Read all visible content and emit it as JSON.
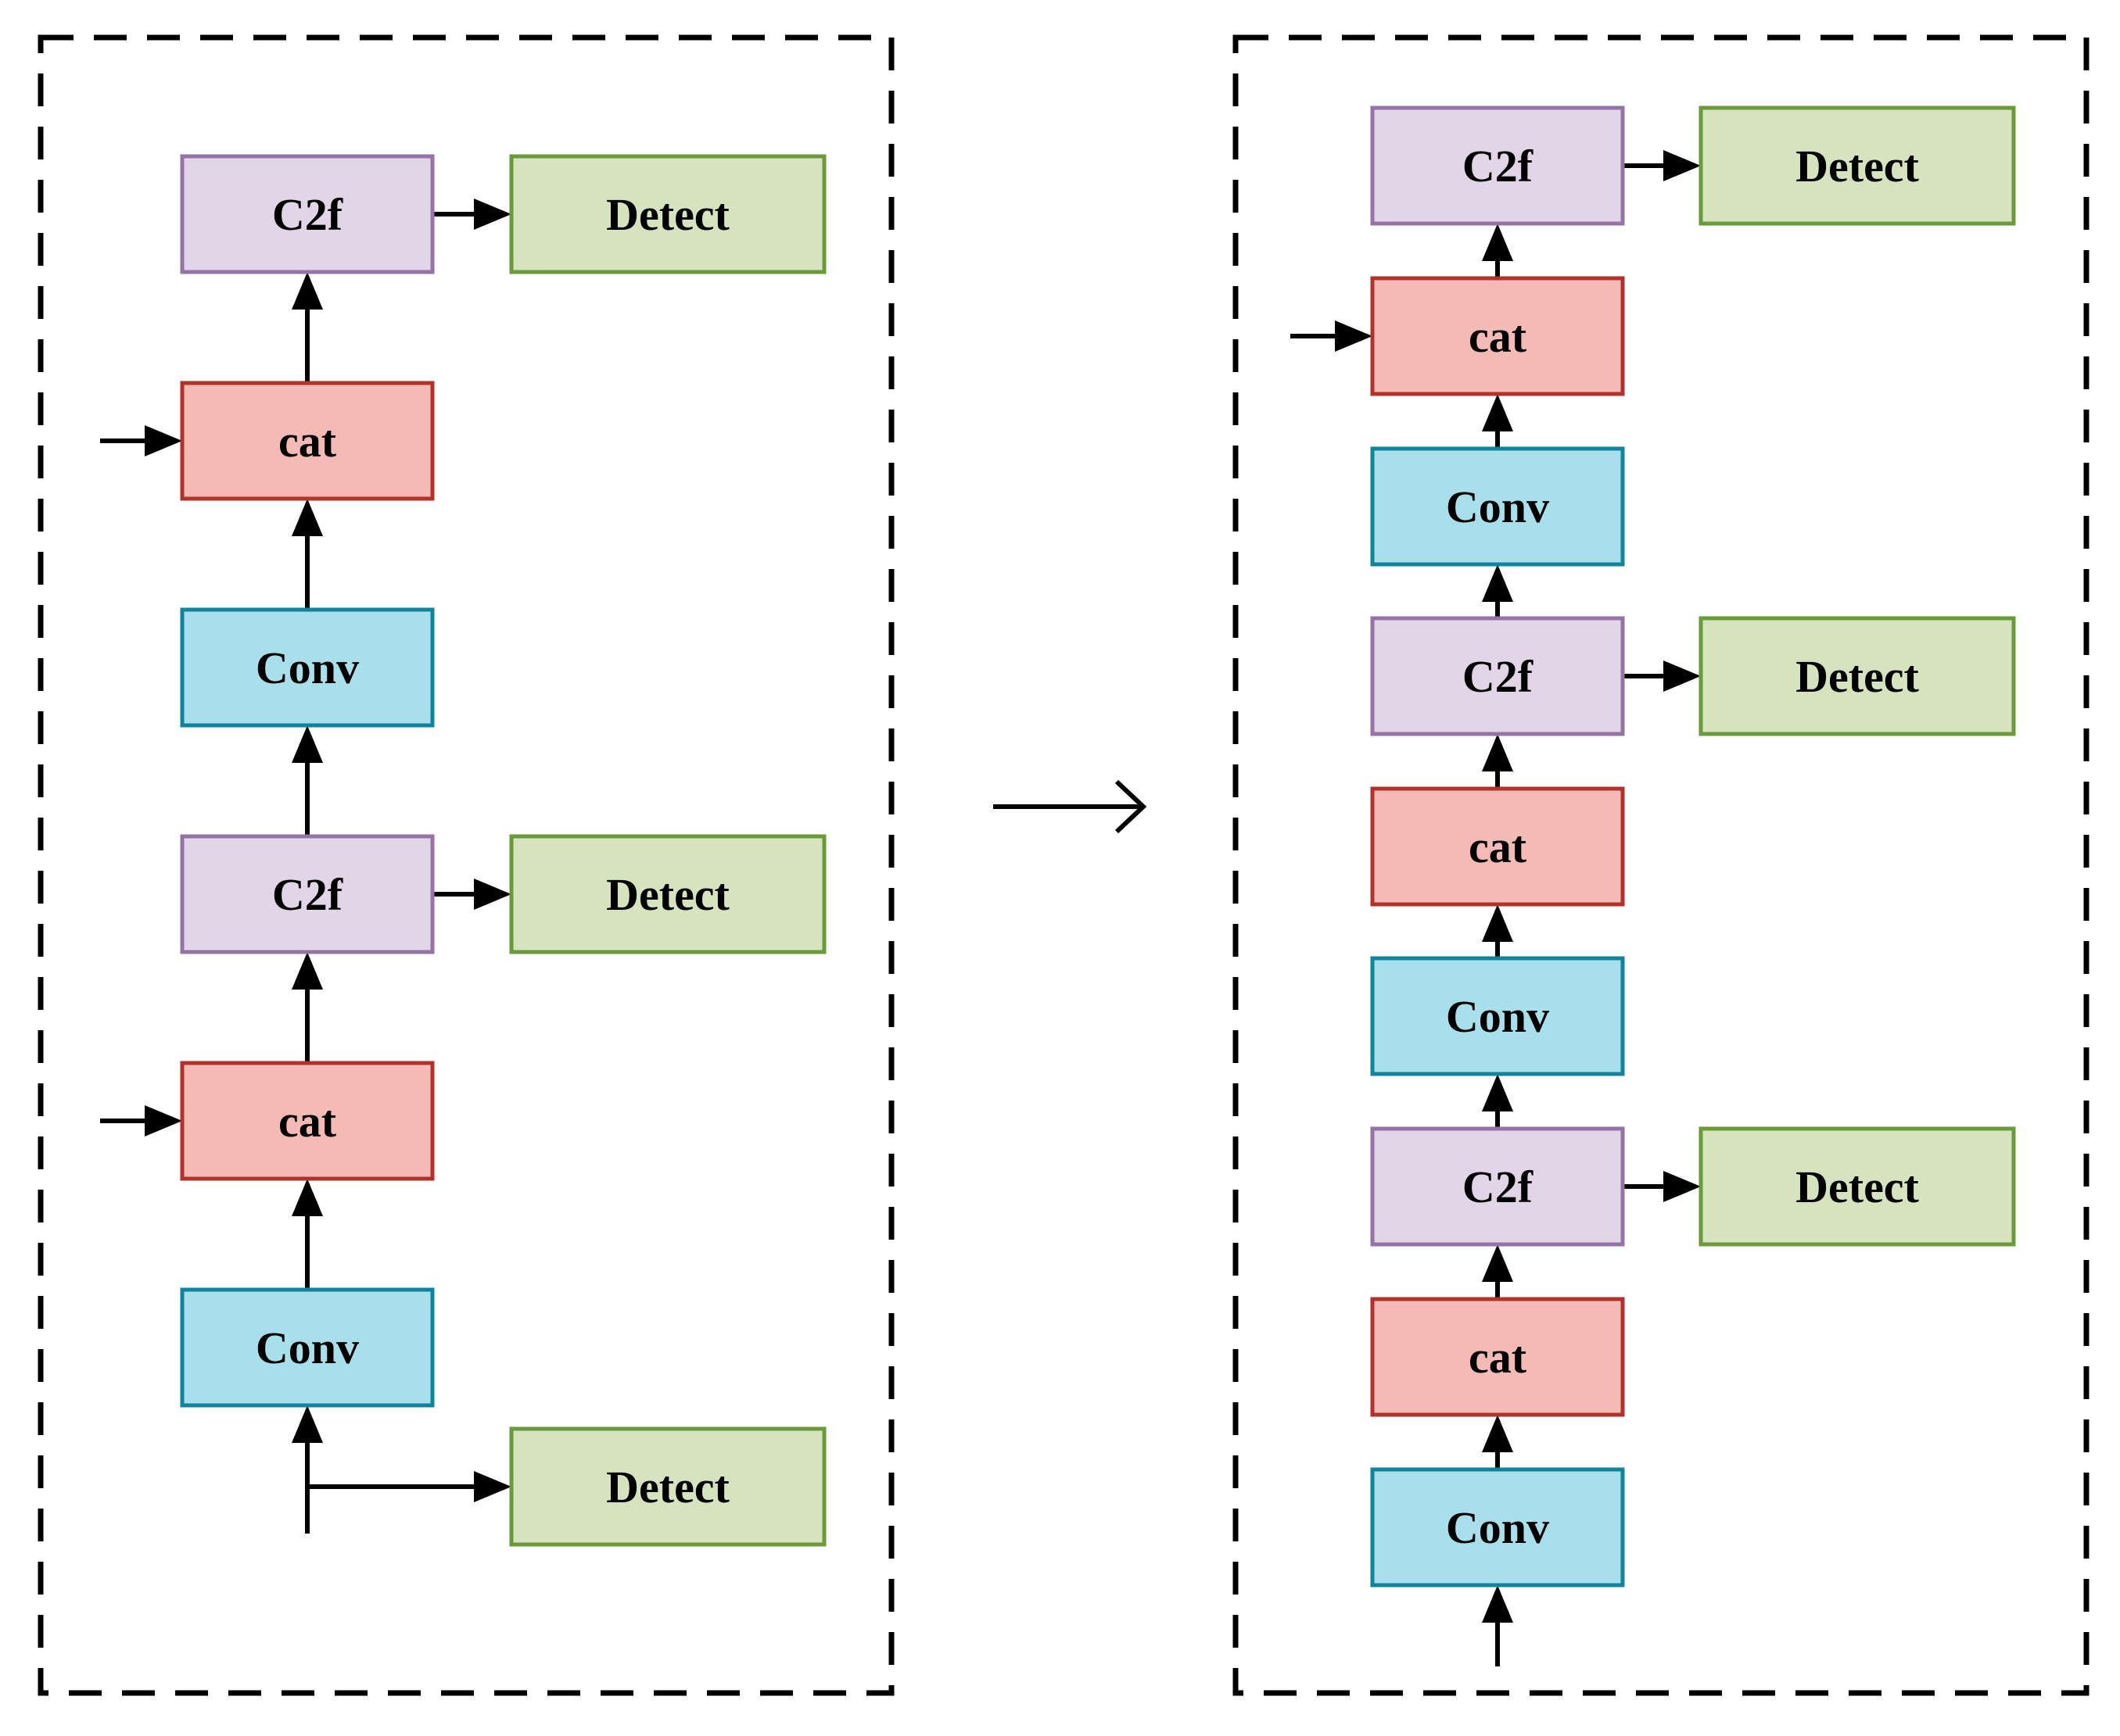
{
  "palette": {
    "c2f": {
      "fill": "#e1d5e7",
      "stroke": "#9673a6"
    },
    "cat": {
      "fill": "#f4bab6",
      "stroke": "#b3312b"
    },
    "conv": {
      "fill": "#a8dfea",
      "stroke": "#10849c"
    },
    "detect": {
      "fill": "#d5e4bf",
      "stroke": "#6a9a3a"
    }
  },
  "diagrams": [
    {
      "name": "original-neck",
      "blocks": [
        {
          "id": "L-c2f-top",
          "kind": "c2f",
          "label": "C2f"
        },
        {
          "id": "L-cat-top",
          "kind": "cat",
          "label": "cat"
        },
        {
          "id": "L-conv-top",
          "kind": "conv",
          "label": "Conv"
        },
        {
          "id": "L-c2f-mid",
          "kind": "c2f",
          "label": "C2f"
        },
        {
          "id": "L-cat-mid",
          "kind": "cat",
          "label": "cat"
        },
        {
          "id": "L-conv-bottom",
          "kind": "conv",
          "label": "Conv"
        },
        {
          "id": "L-detect-top",
          "kind": "detect",
          "label": "Detect"
        },
        {
          "id": "L-detect-mid",
          "kind": "detect",
          "label": "Detect"
        },
        {
          "id": "L-detect-bottom",
          "kind": "detect",
          "label": "Detect"
        }
      ]
    },
    {
      "name": "improved-neck",
      "blocks": [
        {
          "id": "R-c2f-1",
          "kind": "c2f",
          "label": "C2f"
        },
        {
          "id": "R-cat-1",
          "kind": "cat",
          "label": "cat"
        },
        {
          "id": "R-conv-1",
          "kind": "conv",
          "label": "Conv"
        },
        {
          "id": "R-c2f-2",
          "kind": "c2f",
          "label": "C2f"
        },
        {
          "id": "R-cat-2",
          "kind": "cat",
          "label": "cat"
        },
        {
          "id": "R-conv-2",
          "kind": "conv",
          "label": "Conv"
        },
        {
          "id": "R-c2f-3",
          "kind": "c2f",
          "label": "C2f"
        },
        {
          "id": "R-cat-3",
          "kind": "cat",
          "label": "cat"
        },
        {
          "id": "R-conv-3",
          "kind": "conv",
          "label": "Conv"
        },
        {
          "id": "R-detect-1",
          "kind": "detect",
          "label": "Detect"
        },
        {
          "id": "R-detect-2",
          "kind": "detect",
          "label": "Detect"
        },
        {
          "id": "R-detect-3",
          "kind": "detect",
          "label": "Detect"
        }
      ]
    }
  ]
}
